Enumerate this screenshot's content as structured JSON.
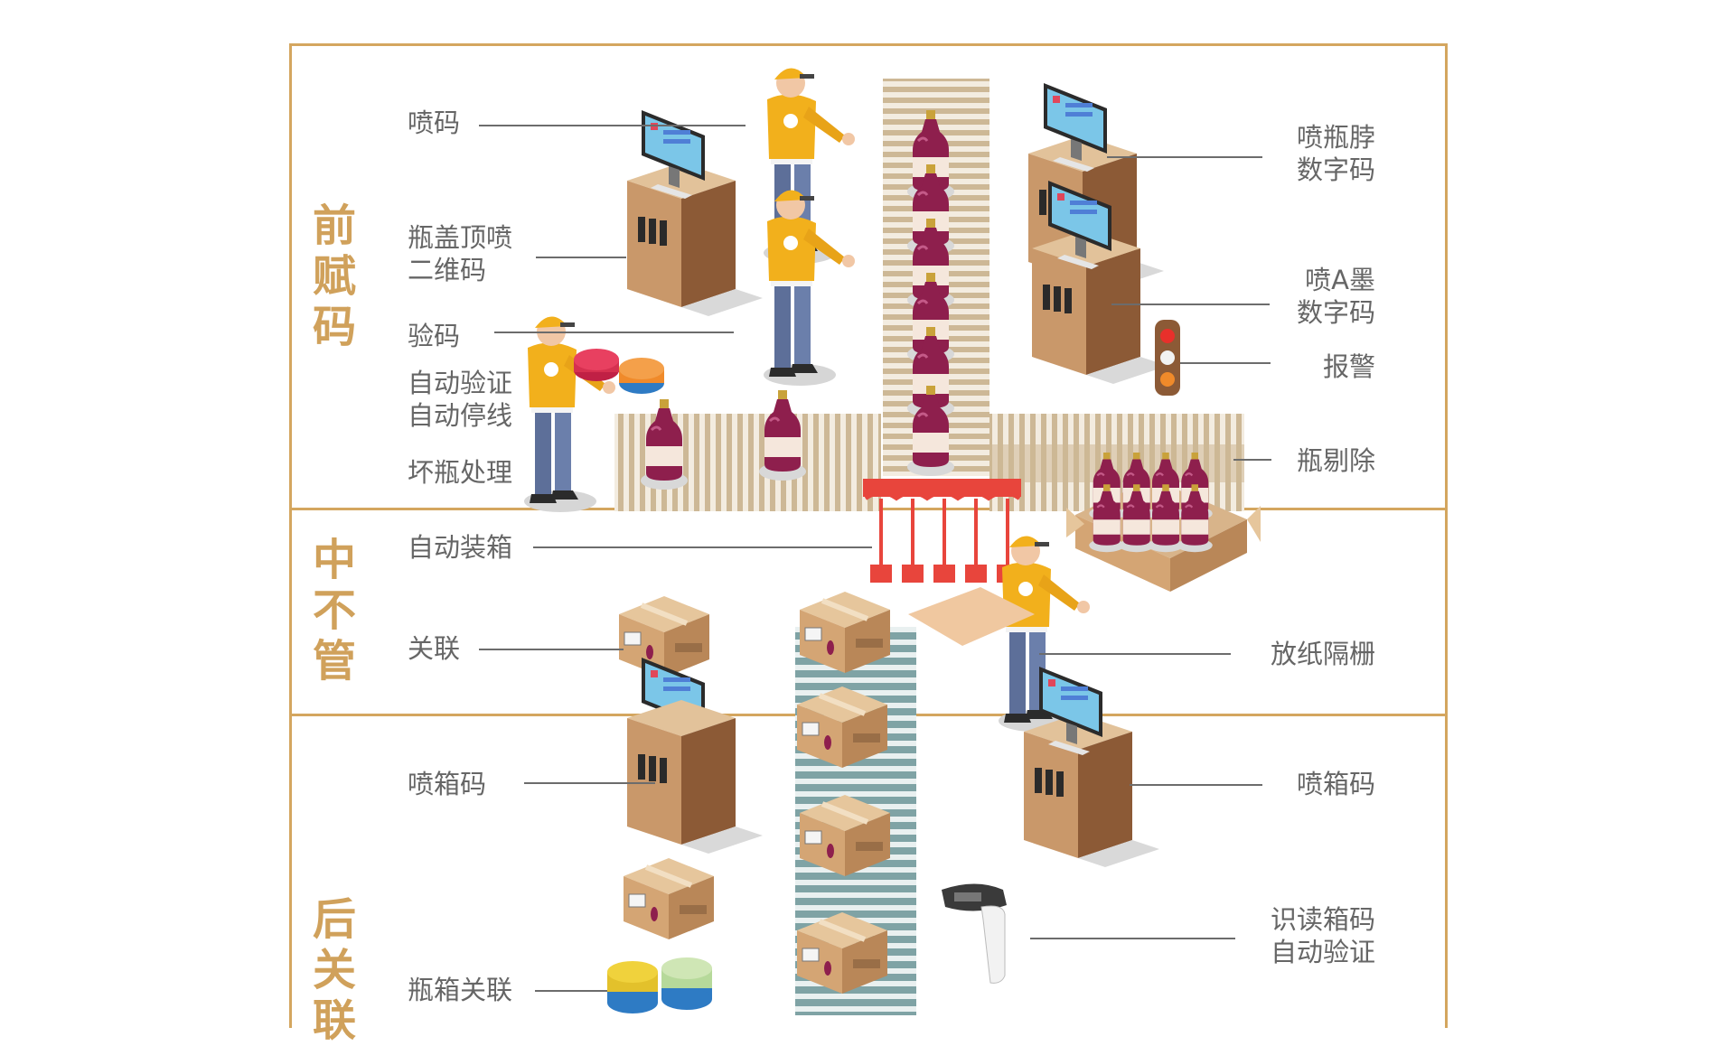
{
  "sections": [
    {
      "id": "front",
      "title_chars": [
        "前",
        "赋",
        "码"
      ]
    },
    {
      "id": "middle",
      "title_chars": [
        "中",
        "不",
        "管"
      ]
    },
    {
      "id": "back",
      "title_chars": [
        "后",
        "关",
        "联"
      ]
    }
  ],
  "labels_left": {
    "spray_code": "喷码",
    "cap_top_qr": [
      "瓶盖顶喷",
      "二维码"
    ],
    "verify_code": "验码",
    "auto_verify_stop": [
      "自动验证",
      "自动停线"
    ],
    "bad_bottle": "坏瓶处理",
    "auto_boxing": "自动装箱",
    "associate": "关联",
    "spray_box_code": "喷箱码",
    "bottle_box_assoc": "瓶箱关联"
  },
  "labels_right": {
    "neck_digit": [
      "喷瓶脖",
      "数字码"
    ],
    "ink_digit": [
      "喷A墨",
      "数字码"
    ],
    "alarm": "报警",
    "bottle_reject": "瓶剔除",
    "paper_grid": "放纸隔栅",
    "spray_box_code": "喷箱码",
    "read_box_verify": [
      "识读箱码",
      "自动验证"
    ]
  },
  "colors": {
    "gold": "#d4a65f",
    "title_gold": "#d0a15b",
    "label_gray": "#666666",
    "conveyor_tan": "#cdb896",
    "conveyor_teal": "#7fa3a5",
    "box_tan": "#c9986a",
    "bottle": "#8e1f4d",
    "worker_shirt": "#f2b01c",
    "worker_pants": "#5d6f99"
  },
  "icons": [
    "worker-icon",
    "monitor-icon",
    "printer-cabinet-icon",
    "bottle-icon",
    "carton-icon",
    "barcode-scanner-icon",
    "traffic-light-icon",
    "gripper-icon"
  ]
}
